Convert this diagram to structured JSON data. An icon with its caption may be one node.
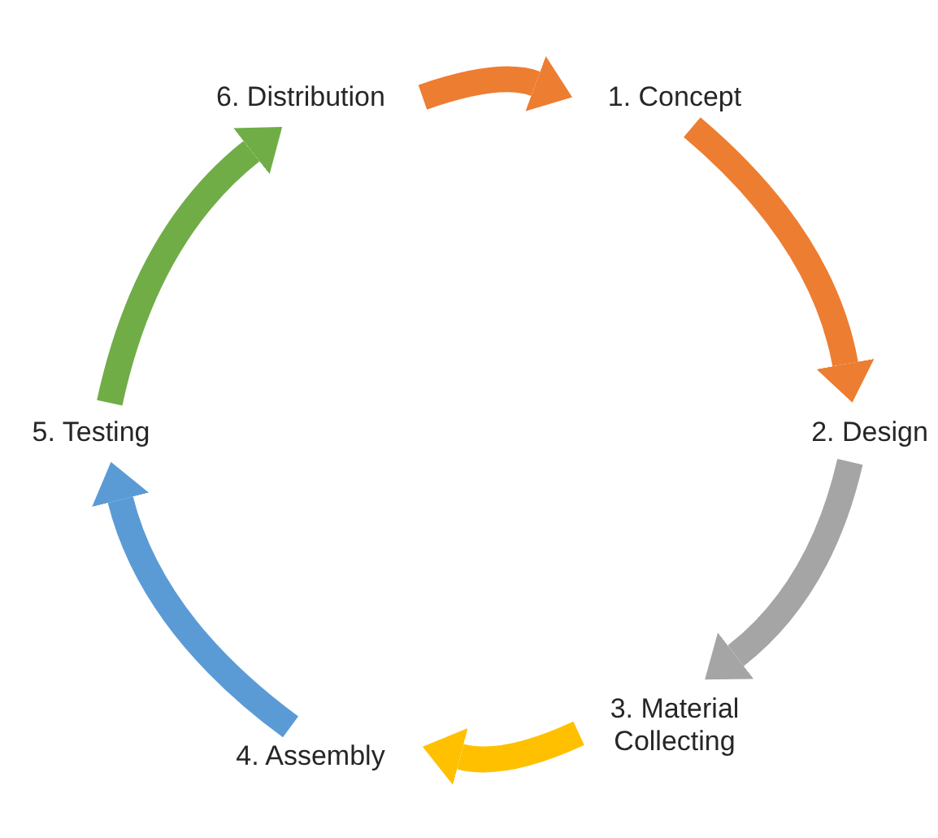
{
  "diagram": {
    "nodes": [
      {
        "text": [
          "1. Concept"
        ]
      },
      {
        "text": [
          "2. Design"
        ]
      },
      {
        "text": [
          "3. Material Collecting"
        ]
      },
      {
        "text": [
          "4. Assembly"
        ]
      },
      {
        "text": [
          "5. Testing"
        ]
      },
      {
        "text": [
          "6. Distribution"
        ]
      }
    ],
    "edges": [
      {
        "from": 5,
        "to": 0,
        "arrow": "to",
        "color": "#ed7d31"
      },
      {
        "from": 0,
        "to": 1,
        "arrow": "to",
        "color": "#ed7d31"
      },
      {
        "from": 1,
        "to": 2,
        "arrow": "to",
        "color": "#a5a5a5"
      },
      {
        "from": 2,
        "to": 3,
        "arrow": "to",
        "color": "#ffc000"
      },
      {
        "from": 3,
        "to": 4,
        "arrow": "to",
        "color": "#5b9bd5"
      },
      {
        "from": 4,
        "to": 5,
        "arrow": "to",
        "color": "#70ad47"
      }
    ]
  }
}
